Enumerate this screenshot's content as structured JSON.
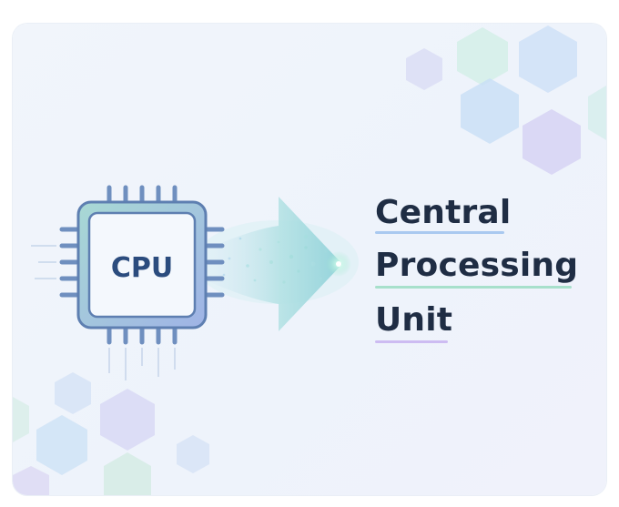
{
  "chip": {
    "label": "CPU"
  },
  "expansion": {
    "lines": [
      "Central",
      "Processing",
      "Unit"
    ]
  },
  "colors": {
    "text": "#1f2d44",
    "underline_blue": "#9ec3ef",
    "underline_green": "#9fdcc5",
    "underline_purple": "#c8b6f0",
    "chip_body": "#b9cde6",
    "chip_border": "#5e7fb1",
    "arrow": "#9fd8dc"
  }
}
